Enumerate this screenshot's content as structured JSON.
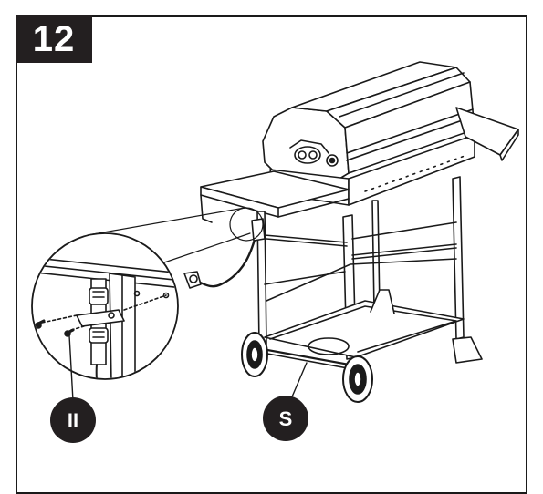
{
  "step": {
    "number": "12"
  },
  "callouts": {
    "hardware": "II",
    "cart": "S"
  },
  "colors": {
    "line": "#1a1a1a",
    "badge": "#231f20",
    "callout_fill": "#231f20",
    "background": "#ffffff"
  },
  "icons": {
    "illustration": "grill-cart-assembly-icon",
    "detail": "magnified-detail-icon"
  }
}
